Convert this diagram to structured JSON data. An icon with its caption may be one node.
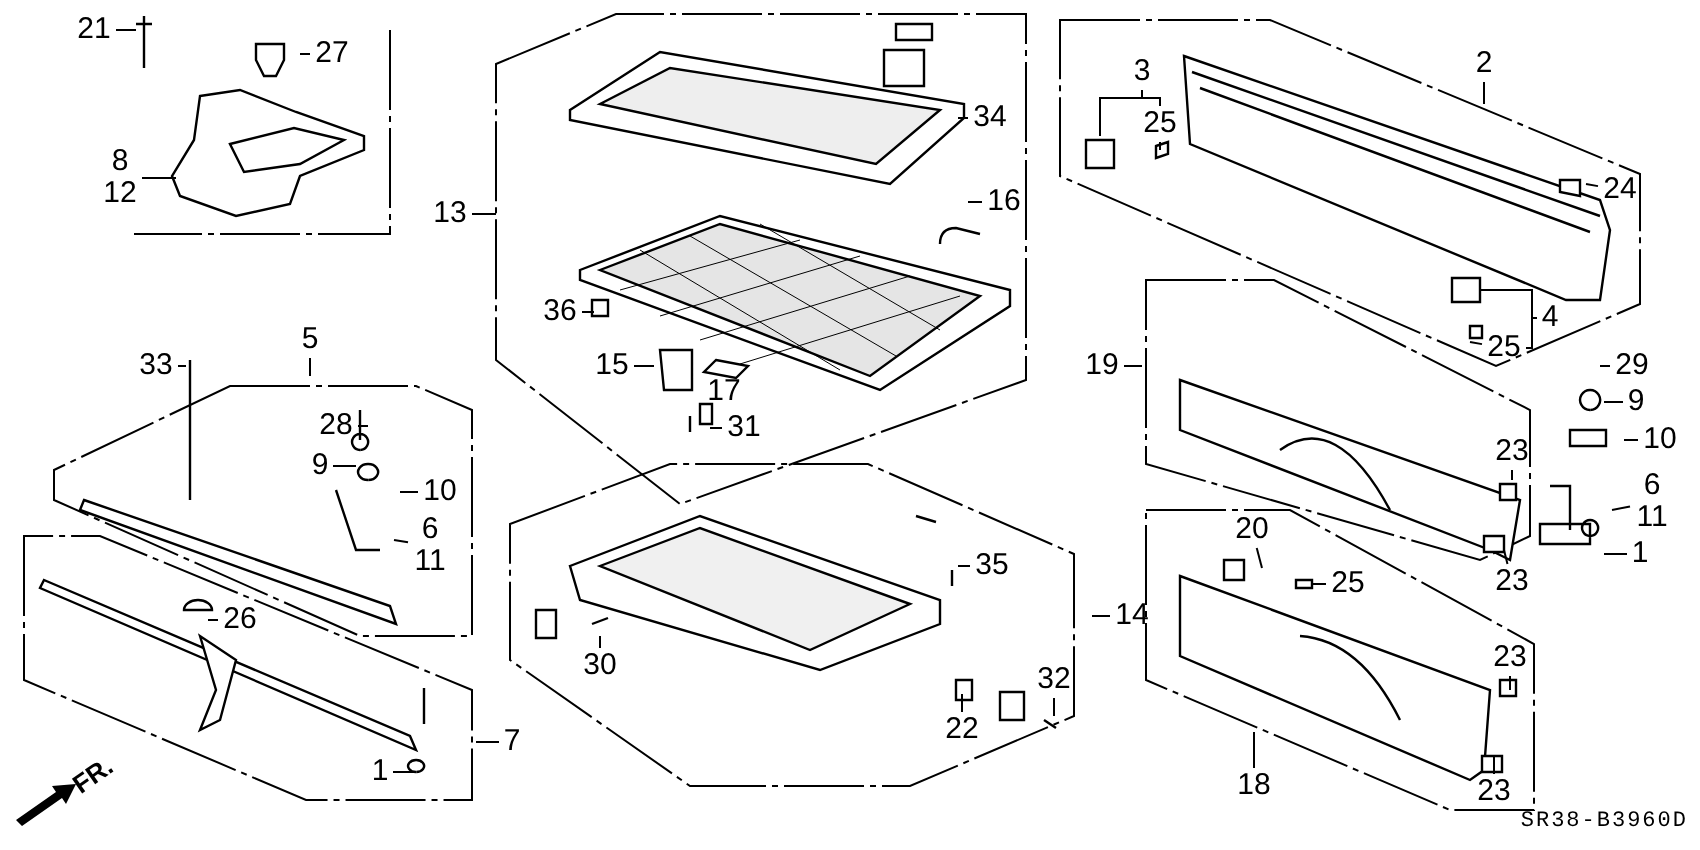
{
  "diagram": {
    "nodes": [
      {
        "text": [
          "21"
        ]
      },
      {
        "text": [
          "27"
        ]
      },
      {
        "text": [
          "8",
          "12"
        ]
      },
      {
        "text": [
          "13"
        ]
      },
      {
        "text": [
          "36"
        ]
      },
      {
        "text": [
          "15"
        ]
      },
      {
        "text": [
          "17"
        ]
      },
      {
        "text": [
          "31"
        ]
      },
      {
        "text": [
          "34"
        ]
      },
      {
        "text": [
          "16"
        ]
      },
      {
        "text": [
          "2"
        ]
      },
      {
        "text": [
          "3"
        ]
      },
      {
        "text": [
          "25"
        ]
      },
      {
        "text": [
          "24"
        ]
      },
      {
        "text": [
          "4"
        ]
      },
      {
        "text": [
          "25"
        ]
      },
      {
        "text": [
          "19"
        ]
      },
      {
        "text": [
          "29"
        ]
      },
      {
        "text": [
          "9"
        ]
      },
      {
        "text": [
          "10"
        ]
      },
      {
        "text": [
          "6",
          "11"
        ]
      },
      {
        "text": [
          "1"
        ]
      },
      {
        "text": [
          "23"
        ]
      },
      {
        "text": [
          "23"
        ]
      },
      {
        "text": [
          "20"
        ]
      },
      {
        "text": [
          "25"
        ]
      },
      {
        "text": [
          "23"
        ]
      },
      {
        "text": [
          "23"
        ]
      },
      {
        "text": [
          "18"
        ]
      },
      {
        "text": [
          "14"
        ]
      },
      {
        "text": [
          "35"
        ]
      },
      {
        "text": [
          "32"
        ]
      },
      {
        "text": [
          "22"
        ]
      },
      {
        "text": [
          "30"
        ]
      },
      {
        "text": [
          "5"
        ]
      },
      {
        "text": [
          "33"
        ]
      },
      {
        "text": [
          "28"
        ]
      },
      {
        "text": [
          "9"
        ]
      },
      {
        "text": [
          "10"
        ]
      },
      {
        "text": [
          "6",
          "11"
        ]
      },
      {
        "text": [
          "26"
        ]
      },
      {
        "text": [
          "7"
        ]
      },
      {
        "text": [
          "1"
        ]
      }
    ],
    "edges": [
      {
        "from": 0,
        "to": null,
        "arrow": "none"
      },
      {
        "from": 1,
        "to": null,
        "arrow": "none"
      },
      {
        "from": 2,
        "to": null,
        "arrow": "none"
      },
      {
        "from": 3,
        "to": null,
        "arrow": "none"
      },
      {
        "from": 4,
        "to": null,
        "arrow": "none"
      },
      {
        "from": 5,
        "to": null,
        "arrow": "none"
      },
      {
        "from": 6,
        "to": null,
        "arrow": "none"
      },
      {
        "from": 7,
        "to": null,
        "arrow": "none"
      },
      {
        "from": 8,
        "to": null,
        "arrow": "none"
      },
      {
        "from": 9,
        "to": null,
        "arrow": "none"
      },
      {
        "from": 10,
        "to": null,
        "arrow": "none"
      },
      {
        "from": 11,
        "to": null,
        "arrow": "none"
      },
      {
        "from": 12,
        "to": null,
        "arrow": "none"
      },
      {
        "from": 13,
        "to": null,
        "arrow": "none"
      },
      {
        "from": 14,
        "to": null,
        "arrow": "none"
      },
      {
        "from": 15,
        "to": null,
        "arrow": "none"
      },
      {
        "from": 16,
        "to": null,
        "arrow": "none"
      },
      {
        "from": 17,
        "to": null,
        "arrow": "none"
      },
      {
        "from": 18,
        "to": null,
        "arrow": "none"
      },
      {
        "from": 19,
        "to": null,
        "arrow": "none"
      },
      {
        "from": 20,
        "to": null,
        "arrow": "none"
      },
      {
        "from": 21,
        "to": null,
        "arrow": "none"
      },
      {
        "from": 22,
        "to": null,
        "arrow": "none"
      },
      {
        "from": 23,
        "to": null,
        "arrow": "none"
      },
      {
        "from": 24,
        "to": null,
        "arrow": "none"
      },
      {
        "from": 25,
        "to": null,
        "arrow": "none"
      },
      {
        "from": 26,
        "to": null,
        "arrow": "none"
      },
      {
        "from": 27,
        "to": null,
        "arrow": "none"
      },
      {
        "from": 28,
        "to": null,
        "arrow": "none"
      },
      {
        "from": 29,
        "to": null,
        "arrow": "none"
      },
      {
        "from": 30,
        "to": null,
        "arrow": "none"
      },
      {
        "from": 31,
        "to": null,
        "arrow": "none"
      },
      {
        "from": 32,
        "to": null,
        "arrow": "none"
      },
      {
        "from": 33,
        "to": null,
        "arrow": "none"
      },
      {
        "from": 34,
        "to": null,
        "arrow": "none"
      },
      {
        "from": 35,
        "to": null,
        "arrow": "none"
      },
      {
        "from": 36,
        "to": null,
        "arrow": "none"
      },
      {
        "from": 37,
        "to": null,
        "arrow": "none"
      },
      {
        "from": 38,
        "to": null,
        "arrow": "none"
      },
      {
        "from": 39,
        "to": null,
        "arrow": "none"
      },
      {
        "from": 40,
        "to": null,
        "arrow": "none"
      },
      {
        "from": 41,
        "to": null,
        "arrow": "none"
      },
      {
        "from": 42,
        "to": null,
        "arrow": "none"
      },
      {
        "from": 11,
        "to": 12,
        "arrow": "none"
      },
      {
        "from": 14,
        "to": 15,
        "arrow": "none"
      }
    ],
    "labels": [
      "FR.",
      "SR38-B3960D"
    ]
  }
}
